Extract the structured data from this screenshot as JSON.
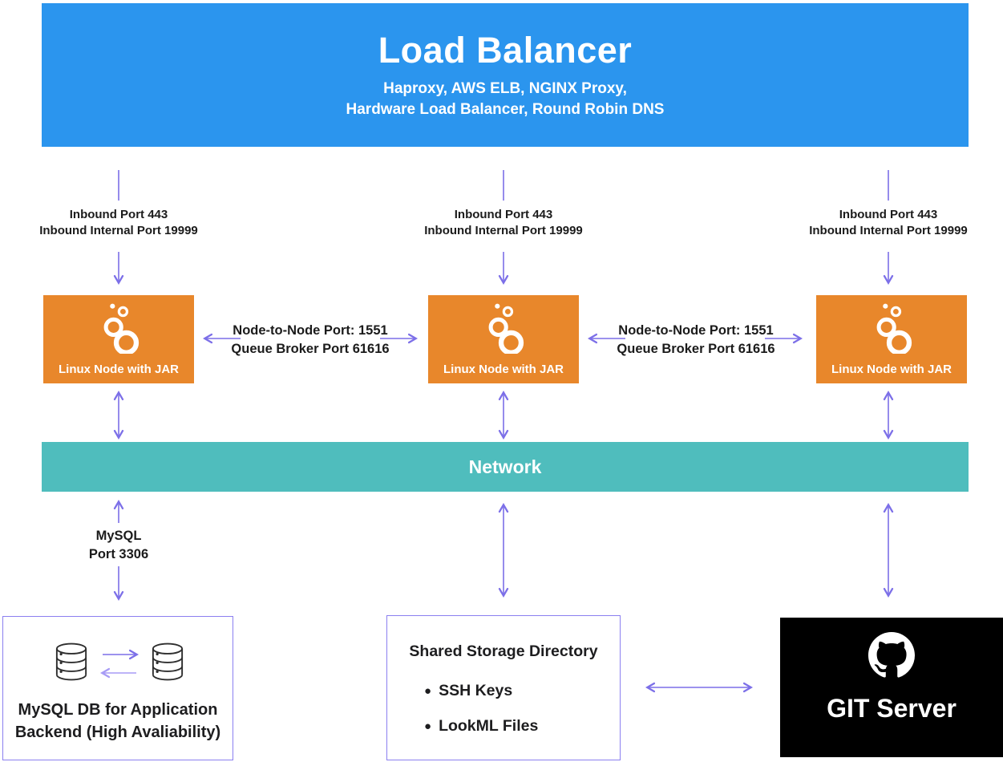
{
  "colors": {
    "load_balancer_blue": "#2B95EE",
    "node_orange": "#E8872B",
    "network_teal": "#4FBDBD",
    "arrow_purple": "#7C6FE8",
    "arrow_purple_light": "#A79BF5",
    "box_border_purple": "#8B7FF0",
    "git_black": "#000000",
    "text_dark": "#1b1b1b"
  },
  "load_balancer": {
    "title": "Load Balancer",
    "subtitle_line1": "Haproxy, AWS ELB, NGINX Proxy,",
    "subtitle_line2": "Hardware Load Balancer, Round Robin DNS"
  },
  "inbound_label": {
    "line1": "Inbound Port 443",
    "line2": "Inbound Internal Port 19999"
  },
  "linux_node": {
    "label": "Linux Node with JAR",
    "icon": "looker-icon"
  },
  "node_link": {
    "line1": "Node-to-Node Port: 1551",
    "line2": "Queue Broker Port 61616"
  },
  "network": {
    "label": "Network"
  },
  "mysql_link": {
    "line1": "MySQL",
    "line2": "Port 3306"
  },
  "mysql_db": {
    "line1": "MySQL DB for Application",
    "line2": "Backend (High Avaliability)",
    "icon": "database-icon"
  },
  "shared_storage": {
    "title": "Shared Storage Directory",
    "bullet": "●",
    "items": [
      "SSH Keys",
      "LookML Files"
    ]
  },
  "git_server": {
    "label": "GIT Server",
    "icon": "github-icon"
  }
}
